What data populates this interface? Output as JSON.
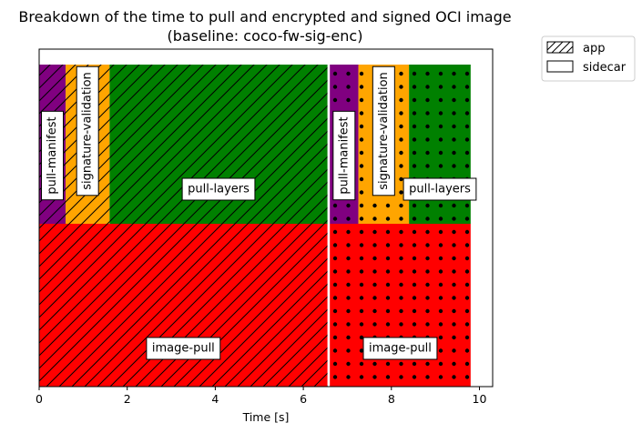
{
  "chart_data": {
    "type": "bar",
    "title": "Breakdown of the time to pull and encrypted and signed OCI image",
    "subtitle": "(baseline: coco-fw-sig-enc)",
    "xlabel": "Time [s]",
    "ylabel": "",
    "xlim": [
      0,
      10.3
    ],
    "xticks": [
      0,
      2,
      4,
      6,
      8,
      10
    ],
    "grid": false,
    "legend_position": "top-right-outside",
    "legend": [
      {
        "name": "app",
        "pattern": "hatch"
      },
      {
        "name": "sidecar",
        "pattern": "none"
      }
    ],
    "colors": {
      "pull-manifest": "#800080",
      "signature-validation": "#ffa500",
      "pull-layers": "#008000",
      "image-pull": "#ff0000"
    },
    "groups": [
      {
        "name": "app",
        "pattern": "hatch",
        "top_row": [
          {
            "label": "pull-manifest",
            "start": 0.0,
            "end": 0.6
          },
          {
            "label": "signature-validation",
            "start": 0.6,
            "end": 1.6
          },
          {
            "label": "pull-layers",
            "start": 1.6,
            "end": 6.55
          }
        ],
        "bottom_row": [
          {
            "label": "image-pull",
            "start": 0.0,
            "end": 6.55
          }
        ]
      },
      {
        "name": "sidecar",
        "pattern": "dots",
        "top_row": [
          {
            "label": "pull-manifest",
            "start": 6.6,
            "end": 7.25
          },
          {
            "label": "signature-validation",
            "start": 7.25,
            "end": 8.4
          },
          {
            "label": "pull-layers",
            "start": 8.4,
            "end": 9.8
          }
        ],
        "bottom_row": [
          {
            "label": "image-pull",
            "start": 6.6,
            "end": 9.8
          }
        ]
      }
    ]
  }
}
